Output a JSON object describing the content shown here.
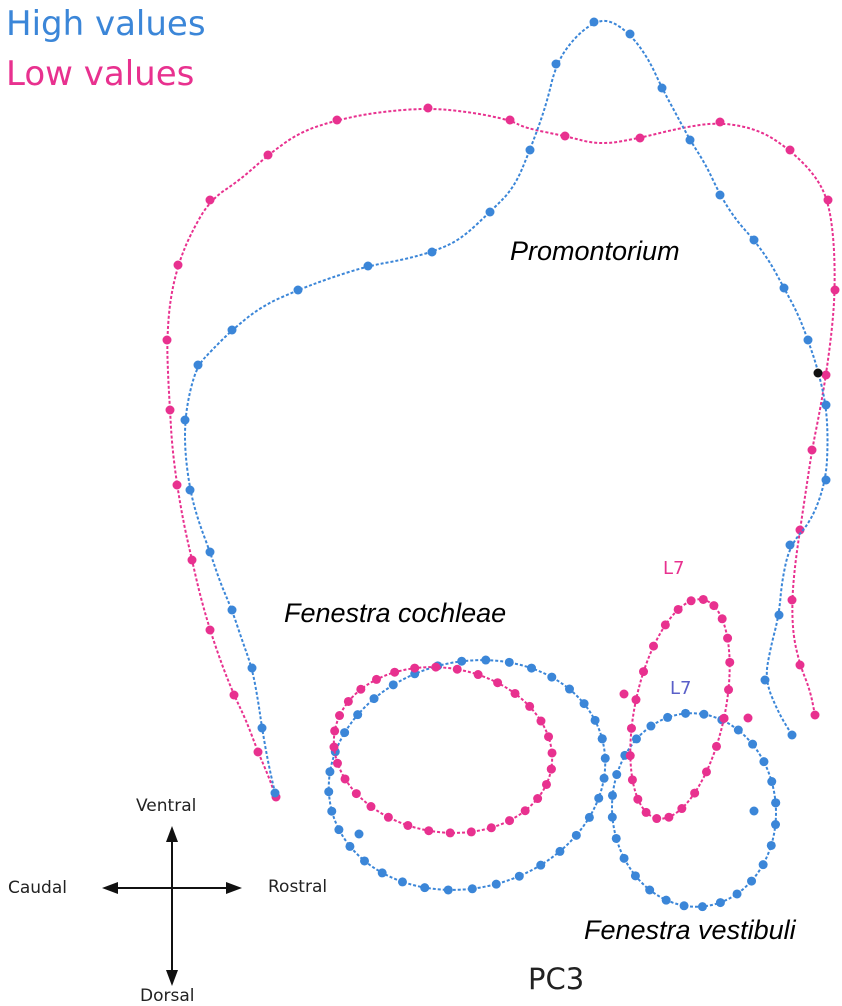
{
  "legend": {
    "high_label": "High values",
    "low_label": "Low values",
    "high_color": "#3b86d8",
    "low_color": "#e8318f"
  },
  "labels": {
    "promontorium": "Promontorium",
    "fenestra_cochleae": "Fenestra cochleae",
    "fenestra_vestibuli": "Fenestra vestibuli",
    "l7_low": "L7",
    "l7_high": "L7",
    "component": "PC3"
  },
  "directions": {
    "ventral": "Ventral",
    "dorsal": "Dorsal",
    "caudal": "Caudal",
    "rostral": "Rostral"
  }
}
